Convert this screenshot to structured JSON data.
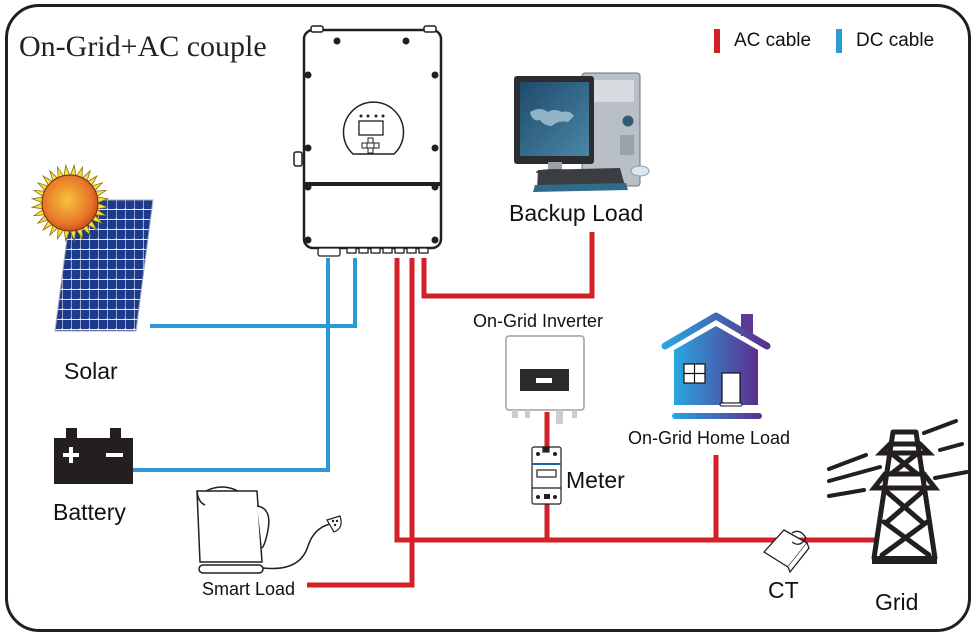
{
  "title": "On-Grid+AC couple",
  "legend": [
    {
      "label": "AC cable",
      "color": "#d42027"
    },
    {
      "label": "DC cable",
      "color": "#2b9ad6"
    }
  ],
  "colors": {
    "ac": "#d42027",
    "dc": "#2b9ad6",
    "outline": "#231f20"
  },
  "components": {
    "hybrid_inverter": {
      "icon": "hybrid-inverter-icon"
    },
    "backup_load": {
      "label": "Backup Load",
      "icon": "desktop-computer-icon"
    },
    "solar": {
      "label": "Solar",
      "icon": "solar-panel-icon"
    },
    "battery": {
      "label": "Battery",
      "icon": "battery-icon",
      "plus": "+",
      "minus": "−"
    },
    "smart_load": {
      "label": "Smart Load",
      "icon": "kettle-icon"
    },
    "ongrid_inverter": {
      "label": "On-Grid Inverter",
      "icon": "ongrid-inverter-icon"
    },
    "meter": {
      "label": "Meter",
      "icon": "energy-meter-icon"
    },
    "home_load": {
      "label": "On-Grid Home Load",
      "icon": "house-icon"
    },
    "ct": {
      "label": "CT",
      "icon": "ct-clamp-icon"
    },
    "grid": {
      "label": "Grid",
      "icon": "transmission-tower-icon"
    }
  }
}
